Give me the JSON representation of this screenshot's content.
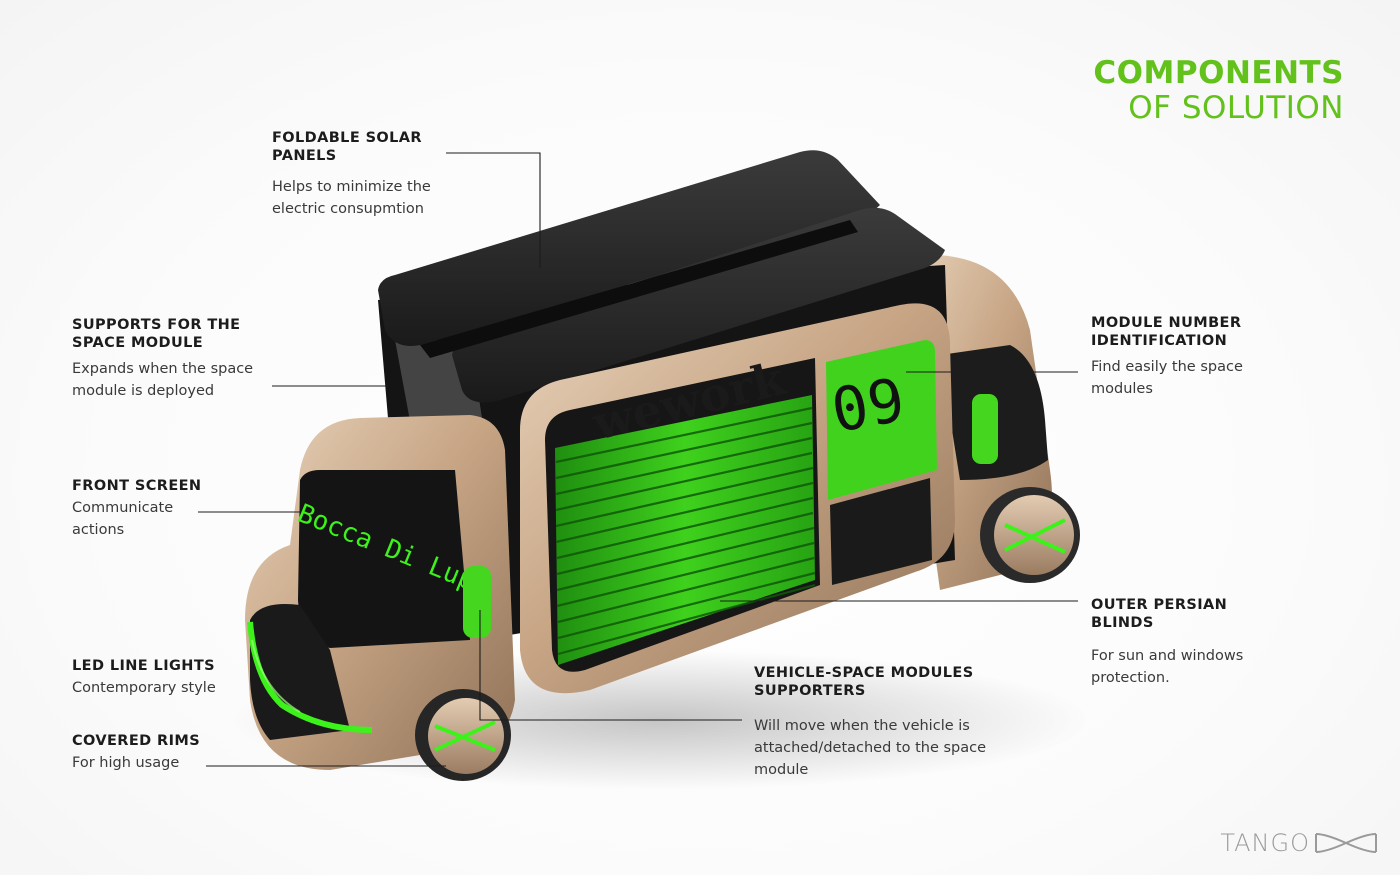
{
  "title": {
    "line1": "COMPONENTS",
    "line2": "OF SOLUTION"
  },
  "labels": {
    "solar": {
      "heading": "FOLDABLE SOLAR\nPANELS",
      "desc": "Helps to minimize the\nelectric consupmtion"
    },
    "supports": {
      "heading": "SUPPORTS FOR THE\nSPACE MODULE",
      "desc": "Expands when the space\nmodule is deployed"
    },
    "screen": {
      "heading": "FRONT SCREEN",
      "desc": "Communicate\nactions"
    },
    "led": {
      "heading": "LED LINE LIGHTS",
      "desc": "Contemporary style"
    },
    "rims": {
      "heading": "COVERED RIMS",
      "desc": "For high usage"
    },
    "module_number": {
      "heading": "MODULE NUMBER\nIDENTIFICATION",
      "desc": "Find easily the space\nmodules"
    },
    "blinds": {
      "heading": "OUTER PERSIAN\nBLINDS",
      "desc": "For sun and windows\nprotection."
    },
    "supporters": {
      "heading": "VEHICLE-SPACE MODULES\nSUPPORTERS",
      "desc": "Will move when the vehicle is\nattached/detached to the space\nmodule"
    }
  },
  "vehicle": {
    "brand_text": "wework",
    "module_number": "09",
    "screen_text": "Bocca Di Lupo"
  },
  "logo": {
    "text": "TANGO",
    "icon": "tango-logo-icon"
  },
  "colors": {
    "accent": "#62c11b",
    "led": "#3df21a",
    "body": "#c9ab8c",
    "dark": "#1f1f1f"
  }
}
